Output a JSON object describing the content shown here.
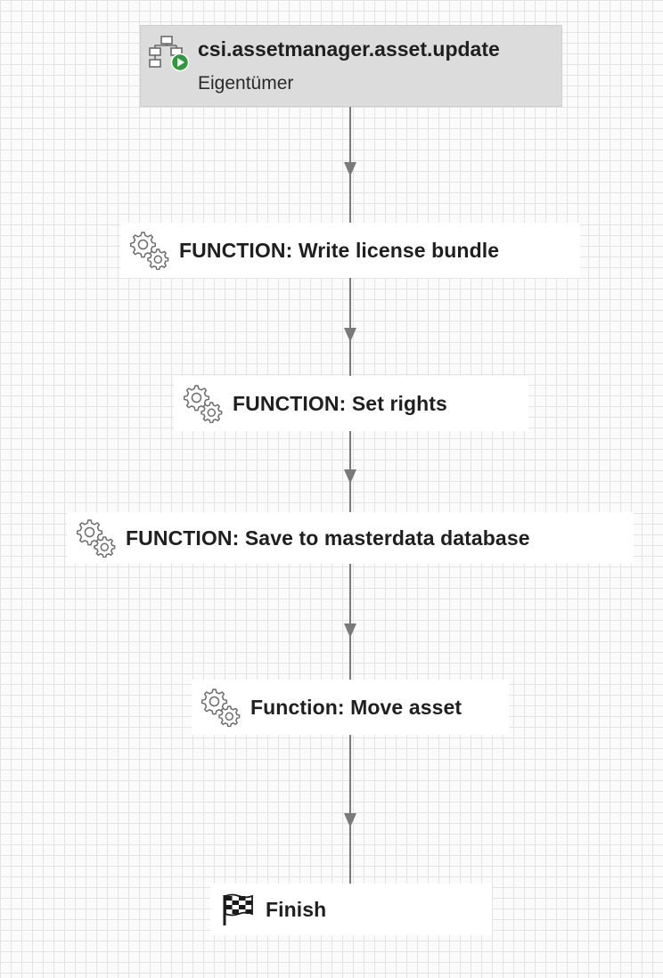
{
  "workflow": {
    "start": {
      "title": "csi.assetmanager.asset.update",
      "subtitle": "Eigentümer",
      "icon": "workflow-start-icon"
    },
    "steps": [
      {
        "label": "FUNCTION: Write license bundle",
        "icon": "gears-icon"
      },
      {
        "label": "FUNCTION: Set rights",
        "icon": "gears-icon"
      },
      {
        "label": "FUNCTION: Save to masterdata database",
        "icon": "gears-icon"
      },
      {
        "label": "Function: Move asset",
        "icon": "gears-icon"
      }
    ],
    "finish": {
      "label": "Finish",
      "icon": "checkered-flag-icon"
    }
  },
  "colors": {
    "grid": "#e3e3e3",
    "background": "#fbfbfb",
    "start_node_bg": "#dcdcdc",
    "node_bg": "#ffffff",
    "connector": "#7a7a7a",
    "play_badge": "#2e9b3a"
  }
}
